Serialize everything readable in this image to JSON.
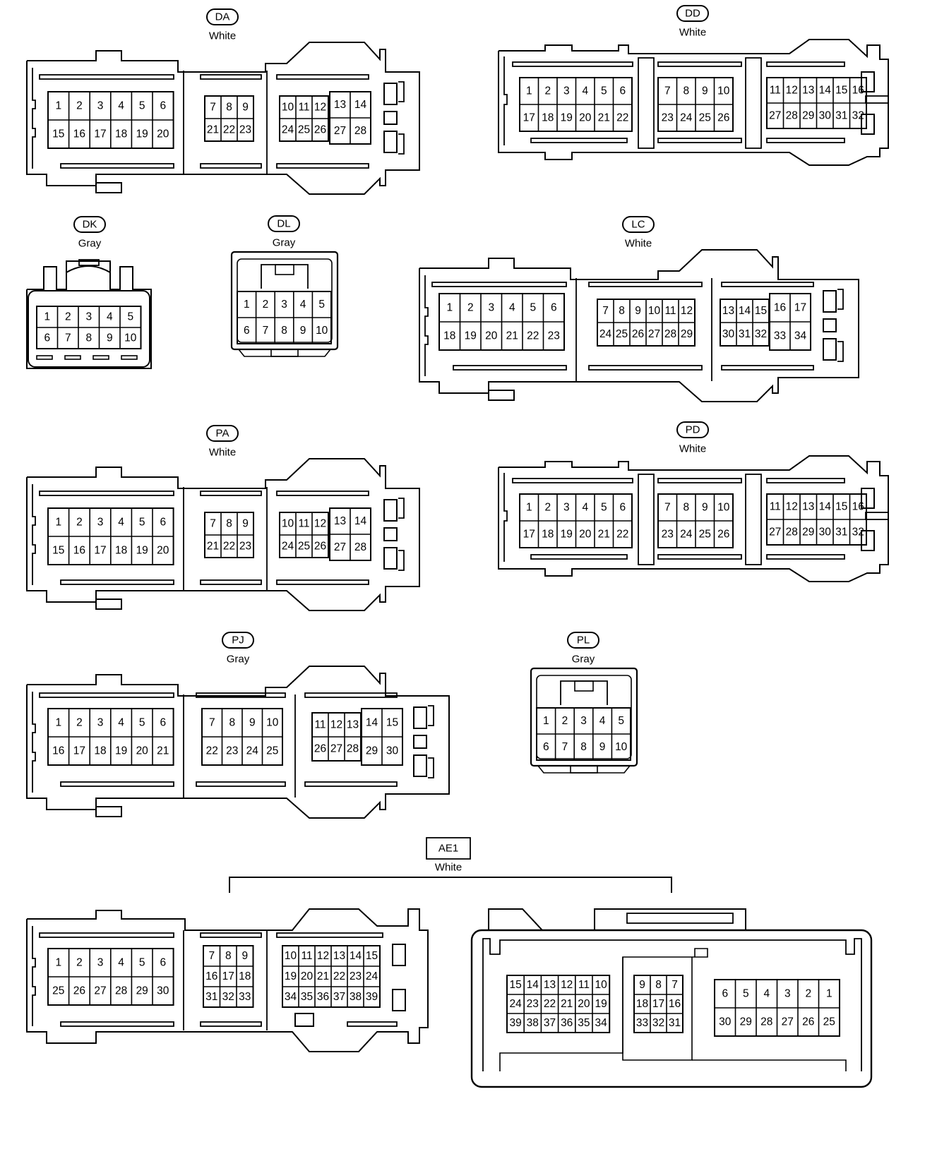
{
  "connectors": [
    {
      "id": "DA",
      "color": "White",
      "blocks": [
        [
          "1",
          "2",
          "3",
          "4",
          "5",
          "6",
          "15",
          "16",
          "17",
          "18",
          "19",
          "20"
        ],
        [
          "7",
          "8",
          "9",
          "21",
          "22",
          "23"
        ],
        [
          "10",
          "11",
          "12",
          "24",
          "25",
          "26"
        ],
        [
          "13",
          "14",
          "27",
          "28"
        ]
      ]
    },
    {
      "id": "DD",
      "color": "White",
      "blocks": [
        [
          "1",
          "2",
          "3",
          "4",
          "5",
          "6",
          "17",
          "18",
          "19",
          "20",
          "21",
          "22"
        ],
        [
          "7",
          "8",
          "9",
          "10",
          "23",
          "24",
          "25",
          "26"
        ],
        [
          "11",
          "12",
          "13",
          "14",
          "15",
          "16",
          "27",
          "28",
          "29",
          "30",
          "31",
          "32"
        ]
      ]
    },
    {
      "id": "DK",
      "color": "Gray",
      "blocks": [
        [
          "1",
          "2",
          "3",
          "4",
          "5",
          "6",
          "7",
          "8",
          "9",
          "10"
        ]
      ]
    },
    {
      "id": "DL",
      "color": "Gray",
      "blocks": [
        [
          "1",
          "2",
          "3",
          "4",
          "5",
          "6",
          "7",
          "8",
          "9",
          "10"
        ]
      ]
    },
    {
      "id": "LC",
      "color": "White",
      "blocks": [
        [
          "1",
          "2",
          "3",
          "4",
          "5",
          "6",
          "18",
          "19",
          "20",
          "21",
          "22",
          "23"
        ],
        [
          "7",
          "8",
          "9",
          "10",
          "11",
          "12",
          "24",
          "25",
          "26",
          "27",
          "28",
          "29"
        ],
        [
          "13",
          "14",
          "15",
          "30",
          "31",
          "32"
        ],
        [
          "16",
          "17",
          "33",
          "34"
        ]
      ]
    },
    {
      "id": "PA",
      "color": "White",
      "blocks": [
        [
          "1",
          "2",
          "3",
          "4",
          "5",
          "6",
          "15",
          "16",
          "17",
          "18",
          "19",
          "20"
        ],
        [
          "7",
          "8",
          "9",
          "21",
          "22",
          "23"
        ],
        [
          "10",
          "11",
          "12",
          "24",
          "25",
          "26"
        ],
        [
          "13",
          "14",
          "27",
          "28"
        ]
      ]
    },
    {
      "id": "PD",
      "color": "White",
      "blocks": [
        [
          "1",
          "2",
          "3",
          "4",
          "5",
          "6",
          "17",
          "18",
          "19",
          "20",
          "21",
          "22"
        ],
        [
          "7",
          "8",
          "9",
          "10",
          "23",
          "24",
          "25",
          "26"
        ],
        [
          "11",
          "12",
          "13",
          "14",
          "15",
          "16",
          "27",
          "28",
          "29",
          "30",
          "31",
          "32"
        ]
      ]
    },
    {
      "id": "PJ",
      "color": "Gray",
      "blocks": [
        [
          "1",
          "2",
          "3",
          "4",
          "5",
          "6",
          "16",
          "17",
          "18",
          "19",
          "20",
          "21"
        ],
        [
          "7",
          "8",
          "9",
          "10",
          "22",
          "23",
          "24",
          "25"
        ],
        [
          "11",
          "12",
          "13",
          "26",
          "27",
          "28"
        ],
        [
          "14",
          "15",
          "29",
          "30"
        ]
      ]
    },
    {
      "id": "PL",
      "color": "Gray",
      "blocks": [
        [
          "1",
          "2",
          "3",
          "4",
          "5",
          "6",
          "7",
          "8",
          "9",
          "10"
        ]
      ]
    },
    {
      "id": "AE1",
      "color": "White",
      "blocks": [
        [
          "1",
          "2",
          "3",
          "4",
          "5",
          "6",
          "25",
          "26",
          "27",
          "28",
          "29",
          "30"
        ],
        [
          "7",
          "8",
          "9",
          "16",
          "17",
          "18",
          "31",
          "32",
          "33"
        ],
        [
          "10",
          "11",
          "12",
          "13",
          "14",
          "15",
          "19",
          "20",
          "21",
          "22",
          "23",
          "24",
          "34",
          "35",
          "36",
          "37",
          "38",
          "39"
        ],
        [
          "15",
          "14",
          "13",
          "12",
          "11",
          "10",
          "24",
          "23",
          "22",
          "21",
          "20",
          "19",
          "39",
          "38",
          "37",
          "36",
          "35",
          "34"
        ],
        [
          "9",
          "8",
          "7",
          "18",
          "17",
          "16",
          "33",
          "32",
          "31"
        ],
        [
          "6",
          "5",
          "4",
          "3",
          "2",
          "1",
          "30",
          "29",
          "28",
          "27",
          "26",
          "25"
        ]
      ]
    }
  ]
}
